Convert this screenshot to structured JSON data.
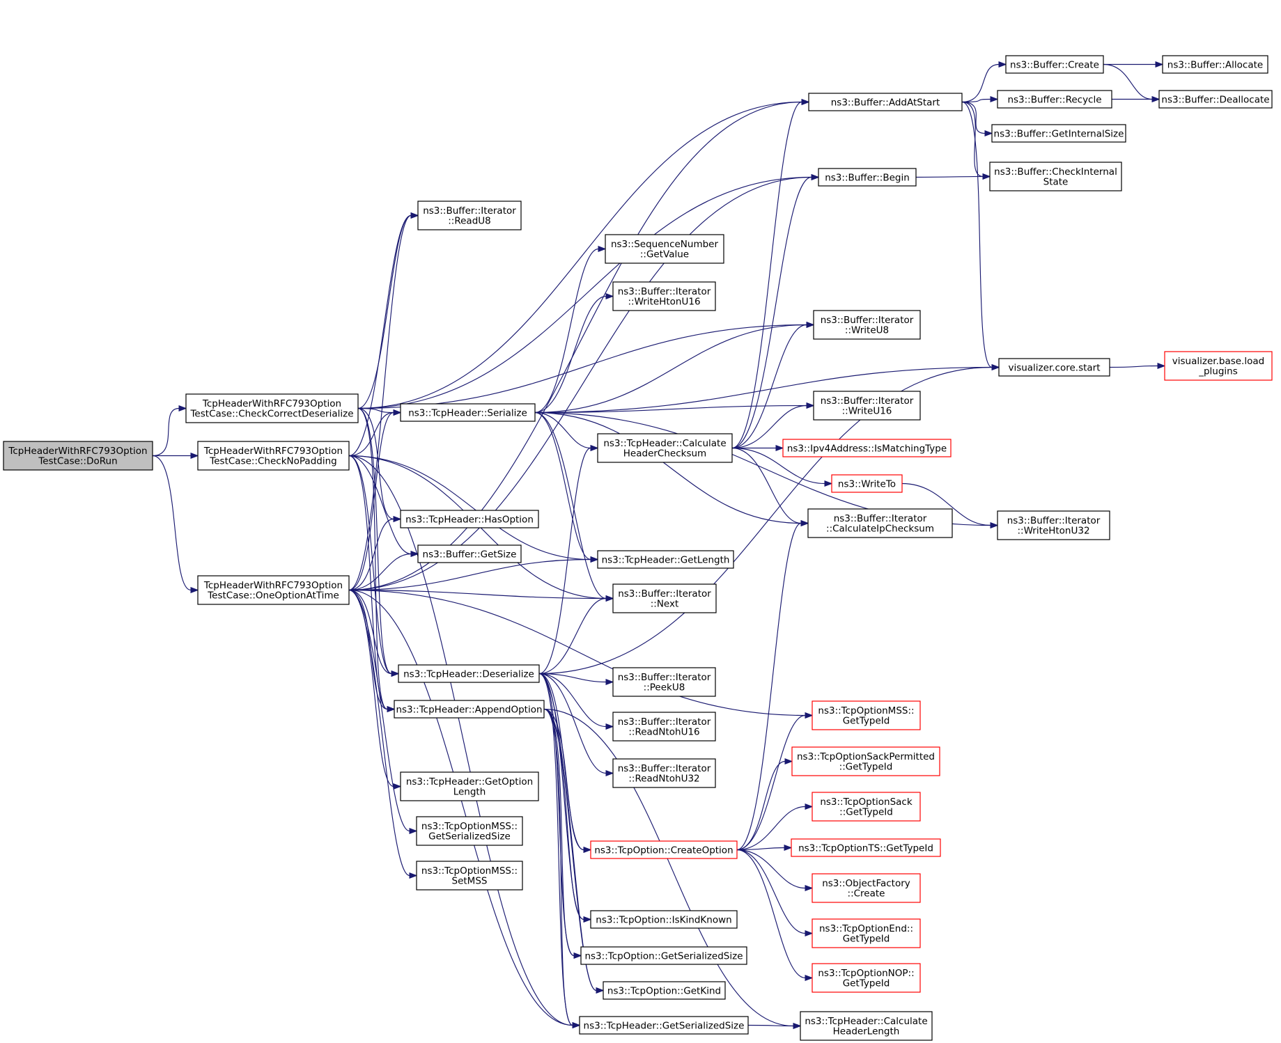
{
  "graph": {
    "title": "",
    "nodes": [
      {
        "id": "dorun",
        "lines": [
          "TcpHeaderWithRFC793Option",
          "TestCase::DoRun"
        ],
        "root": true
      },
      {
        "id": "ccd",
        "lines": [
          "TcpHeaderWithRFC793Option",
          "TestCase::CheckCorrectDeserialize"
        ]
      },
      {
        "id": "cnp",
        "lines": [
          "TcpHeaderWithRFC793Option",
          "TestCase::CheckNoPadding"
        ]
      },
      {
        "id": "ooat",
        "lines": [
          "TcpHeaderWithRFC793Option",
          "TestCase::OneOptionAtTime"
        ]
      },
      {
        "id": "readu8",
        "lines": [
          "ns3::Buffer::Iterator",
          "::ReadU8"
        ]
      },
      {
        "id": "serialize",
        "lines": [
          "ns3::TcpHeader::Serialize"
        ]
      },
      {
        "id": "hasoption",
        "lines": [
          "ns3::TcpHeader::HasOption"
        ]
      },
      {
        "id": "getsize",
        "lines": [
          "ns3::Buffer::GetSize"
        ]
      },
      {
        "id": "deserialize",
        "lines": [
          "ns3::TcpHeader::Deserialize"
        ]
      },
      {
        "id": "appendoption",
        "lines": [
          "ns3::TcpHeader::AppendOption"
        ]
      },
      {
        "id": "getoptionlength",
        "lines": [
          "ns3::TcpHeader::GetOption",
          "Length"
        ]
      },
      {
        "id": "mss_getser",
        "lines": [
          "ns3::TcpOptionMSS::",
          "GetSerializedSize"
        ]
      },
      {
        "id": "mss_setmss",
        "lines": [
          "ns3::TcpOptionMSS::",
          "SetMSS"
        ]
      },
      {
        "id": "seq_getvalue",
        "lines": [
          "ns3::SequenceNumber",
          "::GetValue"
        ]
      },
      {
        "id": "writehtonu16",
        "lines": [
          "ns3::Buffer::Iterator",
          "::WriteHtonU16"
        ]
      },
      {
        "id": "calcchecksum",
        "lines": [
          "ns3::TcpHeader::Calculate",
          "HeaderChecksum"
        ]
      },
      {
        "id": "getlength",
        "lines": [
          "ns3::TcpHeader::GetLength"
        ]
      },
      {
        "id": "next",
        "lines": [
          "ns3::Buffer::Iterator",
          "::Next"
        ]
      },
      {
        "id": "peeku8",
        "lines": [
          "ns3::Buffer::Iterator",
          "::PeekU8"
        ]
      },
      {
        "id": "readntohu16",
        "lines": [
          "ns3::Buffer::Iterator",
          "::ReadNtohU16"
        ]
      },
      {
        "id": "readntohu32",
        "lines": [
          "ns3::Buffer::Iterator",
          "::ReadNtohU32"
        ]
      },
      {
        "id": "createoption",
        "lines": [
          "ns3::TcpOption::CreateOption"
        ],
        "red": true
      },
      {
        "id": "iskindknown",
        "lines": [
          "ns3::TcpOption::IsKindKnown"
        ]
      },
      {
        "id": "opt_getser",
        "lines": [
          "ns3::TcpOption::GetSerializedSize"
        ]
      },
      {
        "id": "getkind",
        "lines": [
          "ns3::TcpOption::GetKind"
        ]
      },
      {
        "id": "hdr_getser",
        "lines": [
          "ns3::TcpHeader::GetSerializedSize"
        ]
      },
      {
        "id": "addatstart",
        "lines": [
          "ns3::Buffer::AddAtStart"
        ]
      },
      {
        "id": "begin",
        "lines": [
          "ns3::Buffer::Begin"
        ]
      },
      {
        "id": "writeu8",
        "lines": [
          "ns3::Buffer::Iterator",
          "::WriteU8"
        ]
      },
      {
        "id": "writeu16",
        "lines": [
          "ns3::Buffer::Iterator",
          "::WriteU16"
        ]
      },
      {
        "id": "ismatching",
        "lines": [
          "ns3::Ipv4Address::IsMatchingType"
        ],
        "red": true
      },
      {
        "id": "writeto",
        "lines": [
          "ns3::WriteTo"
        ],
        "red": true
      },
      {
        "id": "calcipchecksum",
        "lines": [
          "ns3::Buffer::Iterator",
          "::CalculateIpChecksum"
        ]
      },
      {
        "id": "mss_typeid",
        "lines": [
          "ns3::TcpOptionMSS::",
          "GetTypeId"
        ],
        "red": true
      },
      {
        "id": "sackperm_typeid",
        "lines": [
          "ns3::TcpOptionSackPermitted",
          "::GetTypeId"
        ],
        "red": true
      },
      {
        "id": "sack_typeid",
        "lines": [
          "ns3::TcpOptionSack",
          "::GetTypeId"
        ],
        "red": true
      },
      {
        "id": "ts_typeid",
        "lines": [
          "ns3::TcpOptionTS::GetTypeId"
        ],
        "red": true
      },
      {
        "id": "objfactory",
        "lines": [
          "ns3::ObjectFactory",
          "::Create"
        ],
        "red": true
      },
      {
        "id": "end_typeid",
        "lines": [
          "ns3::TcpOptionEnd::",
          "GetTypeId"
        ],
        "red": true
      },
      {
        "id": "nop_typeid",
        "lines": [
          "ns3::TcpOptionNOP::",
          "GetTypeId"
        ],
        "red": true
      },
      {
        "id": "calchdrlen",
        "lines": [
          "ns3::TcpHeader::Calculate",
          "HeaderLength"
        ]
      },
      {
        "id": "create",
        "lines": [
          "ns3::Buffer::Create"
        ]
      },
      {
        "id": "recycle",
        "lines": [
          "ns3::Buffer::Recycle"
        ]
      },
      {
        "id": "getinternalsize",
        "lines": [
          "ns3::Buffer::GetInternalSize"
        ]
      },
      {
        "id": "checkinternal",
        "lines": [
          "ns3::Buffer::CheckInternal",
          "State"
        ]
      },
      {
        "id": "viz_start",
        "lines": [
          "visualizer.core.start"
        ]
      },
      {
        "id": "writehtonu32",
        "lines": [
          "ns3::Buffer::Iterator",
          "::WriteHtonU32"
        ]
      },
      {
        "id": "allocate",
        "lines": [
          "ns3::Buffer::Allocate"
        ]
      },
      {
        "id": "deallocate",
        "lines": [
          "ns3::Buffer::Deallocate"
        ]
      },
      {
        "id": "viz_loadplugins",
        "lines": [
          "visualizer.base.load",
          "_plugins"
        ],
        "red": true
      }
    ],
    "edges": [
      [
        "dorun",
        "ccd"
      ],
      [
        "dorun",
        "cnp"
      ],
      [
        "dorun",
        "ooat"
      ],
      [
        "ccd",
        "addatstart"
      ],
      [
        "ccd",
        "begin"
      ],
      [
        "ccd",
        "readu8"
      ],
      [
        "ccd",
        "serialize"
      ],
      [
        "ccd",
        "hasoption"
      ],
      [
        "ccd",
        "deserialize"
      ],
      [
        "ccd",
        "appendoption"
      ],
      [
        "ccd",
        "writeu8"
      ],
      [
        "cnp",
        "serialize"
      ],
      [
        "cnp",
        "readu8"
      ],
      [
        "cnp",
        "getsize"
      ],
      [
        "cnp",
        "next"
      ],
      [
        "cnp",
        "deserialize"
      ],
      [
        "cnp",
        "appendoption"
      ],
      [
        "cnp",
        "getlength"
      ],
      [
        "cnp",
        "hdr_getser"
      ],
      [
        "ooat",
        "addatstart"
      ],
      [
        "ooat",
        "begin"
      ],
      [
        "ooat",
        "readu8"
      ],
      [
        "ooat",
        "serialize"
      ],
      [
        "ooat",
        "hasoption"
      ],
      [
        "ooat",
        "getsize"
      ],
      [
        "ooat",
        "getlength"
      ],
      [
        "ooat",
        "next"
      ],
      [
        "ooat",
        "deserialize"
      ],
      [
        "ooat",
        "appendoption"
      ],
      [
        "ooat",
        "getoptionlength"
      ],
      [
        "ooat",
        "mss_getser"
      ],
      [
        "ooat",
        "mss_setmss"
      ],
      [
        "ooat",
        "hdr_getser"
      ],
      [
        "ooat",
        "mss_typeid"
      ],
      [
        "serialize",
        "seq_getvalue"
      ],
      [
        "serialize",
        "writehtonu16"
      ],
      [
        "serialize",
        "writeu8"
      ],
      [
        "serialize",
        "viz_start"
      ],
      [
        "serialize",
        "writeu16"
      ],
      [
        "serialize",
        "calcchecksum"
      ],
      [
        "serialize",
        "calcipchecksum"
      ],
      [
        "serialize",
        "writehtonu32"
      ],
      [
        "serialize",
        "getlength"
      ],
      [
        "serialize",
        "next"
      ],
      [
        "deserialize",
        "calcchecksum"
      ],
      [
        "deserialize",
        "viz_start"
      ],
      [
        "deserialize",
        "next"
      ],
      [
        "deserialize",
        "peeku8"
      ],
      [
        "deserialize",
        "readntohu16"
      ],
      [
        "deserialize",
        "readntohu32"
      ],
      [
        "deserialize",
        "createoption"
      ],
      [
        "deserialize",
        "iskindknown"
      ],
      [
        "deserialize",
        "opt_getser"
      ],
      [
        "deserialize",
        "getkind"
      ],
      [
        "deserialize",
        "hdr_getser"
      ],
      [
        "appendoption",
        "hdr_getser"
      ],
      [
        "appendoption",
        "calchdrlen"
      ],
      [
        "appendoption",
        "iskindknown"
      ],
      [
        "appendoption",
        "opt_getser"
      ],
      [
        "appendoption",
        "getkind"
      ],
      [
        "appendoption",
        "createoption"
      ],
      [
        "calcchecksum",
        "addatstart"
      ],
      [
        "calcchecksum",
        "begin"
      ],
      [
        "calcchecksum",
        "writeu8"
      ],
      [
        "calcchecksum",
        "writeu16"
      ],
      [
        "calcchecksum",
        "ismatching"
      ],
      [
        "calcchecksum",
        "writeto"
      ],
      [
        "calcchecksum",
        "calcipchecksum"
      ],
      [
        "createoption",
        "calcipchecksum"
      ],
      [
        "createoption",
        "mss_typeid"
      ],
      [
        "createoption",
        "sackperm_typeid"
      ],
      [
        "createoption",
        "sack_typeid"
      ],
      [
        "createoption",
        "ts_typeid"
      ],
      [
        "createoption",
        "objfactory"
      ],
      [
        "createoption",
        "end_typeid"
      ],
      [
        "createoption",
        "nop_typeid"
      ],
      [
        "hdr_getser",
        "calchdrlen"
      ],
      [
        "writeto",
        "writehtonu32"
      ],
      [
        "addatstart",
        "create"
      ],
      [
        "addatstart",
        "recycle"
      ],
      [
        "addatstart",
        "getinternalsize"
      ],
      [
        "addatstart",
        "checkinternal"
      ],
      [
        "addatstart",
        "viz_start"
      ],
      [
        "begin",
        "checkinternal"
      ],
      [
        "create",
        "allocate"
      ],
      [
        "create",
        "deallocate"
      ],
      [
        "recycle",
        "deallocate"
      ],
      [
        "viz_start",
        "viz_loadplugins"
      ]
    ]
  }
}
